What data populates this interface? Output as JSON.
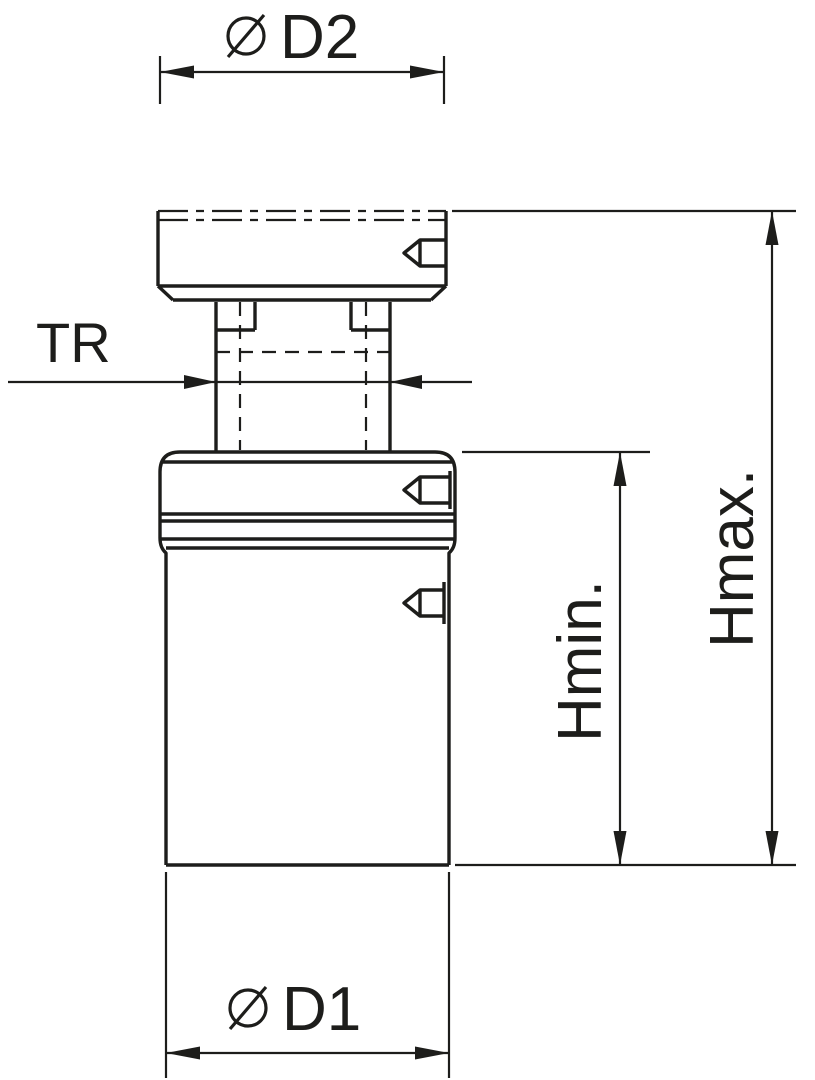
{
  "diagram": {
    "type": "technical-drawing",
    "description": "Dimensioned side view of an adjustable screw support with threaded spindle, clamping head and cylindrical base",
    "colors": {
      "line": "#1d1d1b",
      "background": "#ffffff"
    },
    "labels": {
      "d2": {
        "symbol": "⌀",
        "text": "D2"
      },
      "tr": {
        "text": "TR"
      },
      "hmin": {
        "text": "Hmin."
      },
      "hmax": {
        "text": "Hmax."
      },
      "d1": {
        "symbol": "⌀",
        "text": "D1"
      }
    }
  }
}
